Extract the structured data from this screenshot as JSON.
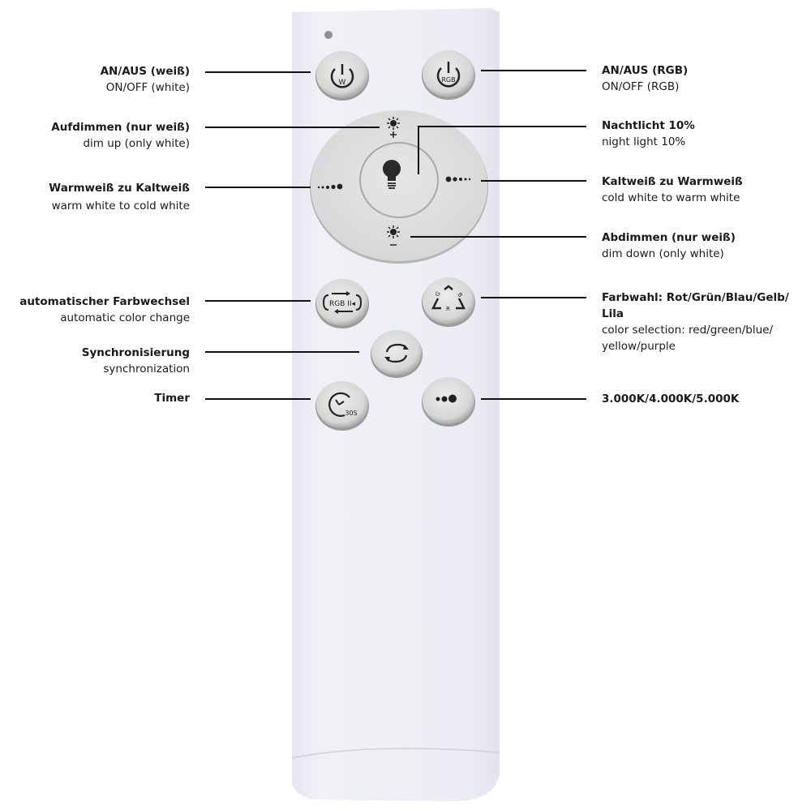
{
  "device": {
    "name": "remote-control",
    "colors": {
      "body": "#ebebf3",
      "button": "#dcdcdc",
      "icon": "#222222",
      "line": "#111111"
    }
  },
  "buttons": [
    {
      "id": "on-off-white",
      "icon": "power-icon",
      "icon_text": "W"
    },
    {
      "id": "on-off-rgb",
      "icon": "power-icon",
      "icon_text": "RGB"
    },
    {
      "id": "dim-up",
      "icon": "sun-plus-icon",
      "icon_text": "+"
    },
    {
      "id": "night-light",
      "icon": "bulb-icon",
      "icon_text": ""
    },
    {
      "id": "warm-to-cold",
      "icon": "dots-increasing-icon",
      "icon_text": ""
    },
    {
      "id": "cold-to-warm",
      "icon": "dots-decreasing-icon",
      "icon_text": ""
    },
    {
      "id": "dim-down",
      "icon": "sun-minus-icon",
      "icon_text": "−"
    },
    {
      "id": "auto-color-change",
      "icon": "rgb-cycle-icon",
      "icon_text": "RGB II◂"
    },
    {
      "id": "color-select",
      "icon": "rgb-triangle-icon",
      "icon_text": "R G B"
    },
    {
      "id": "sync",
      "icon": "sync-arrows-icon",
      "icon_text": ""
    },
    {
      "id": "timer",
      "icon": "clock-icon",
      "icon_text": "30S"
    },
    {
      "id": "color-temp",
      "icon": "three-dots-icon",
      "icon_text": ""
    }
  ],
  "labels": {
    "left": [
      {
        "de": "AN/AUS (weiß)",
        "en": "ON/OFF (white)"
      },
      {
        "de": "Aufdimmen (nur weiß)",
        "en": "dim up  (only white)"
      },
      {
        "de": "Warmweiß zu Kaltweiß",
        "en": "warm white to cold white"
      },
      {
        "de": "automatischer Farbwechsel",
        "en": "automatic color change"
      },
      {
        "de": "Synchronisierung",
        "en": "synchronization"
      },
      {
        "de": "Timer",
        "en": ""
      }
    ],
    "right": [
      {
        "de": "AN/AUS (RGB)",
        "en": "ON/OFF (RGB)"
      },
      {
        "de": "Nachtlicht 10%",
        "en": "night light 10%"
      },
      {
        "de": "Kaltweiß zu Warmweiß",
        "en": "cold white to warm white"
      },
      {
        "de": "Abdimmen (nur weiß)",
        "en": "dim down (only white)"
      },
      {
        "de": "Farbwahl: Rot/Grün/Blau/Gelb/ Lila",
        "en": "color selection: red/green/blue/ yellow/purple"
      },
      {
        "de": "3.000K/4.000K/5.000K",
        "en": ""
      }
    ]
  }
}
